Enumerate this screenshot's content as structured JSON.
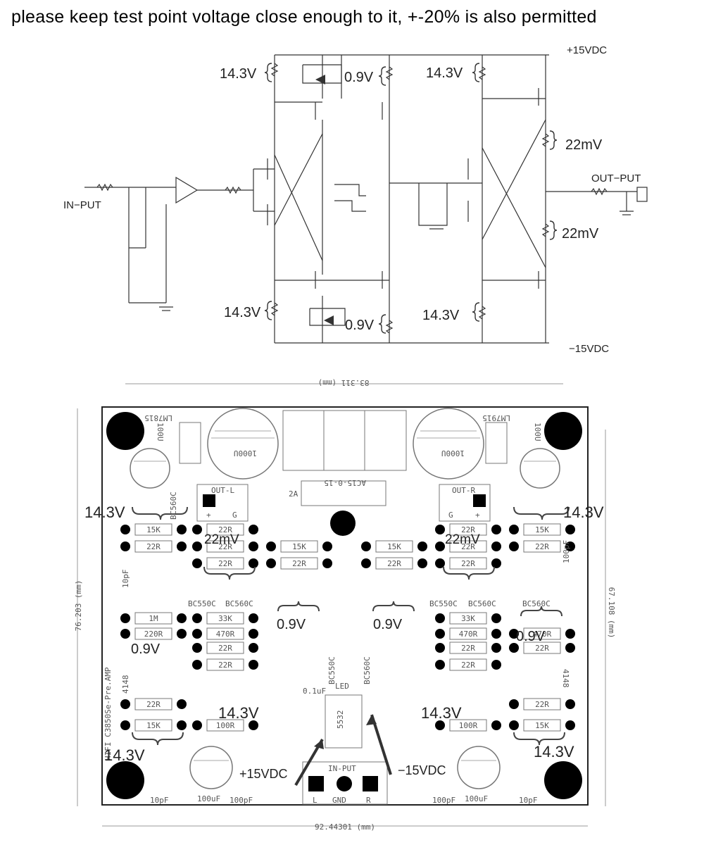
{
  "headline": "please keep test point voltage close enough to it, +-20% is also permitted",
  "schematic": {
    "rail_pos": "+15VDC",
    "rail_neg": "−15VDC",
    "input": "IN−PUT",
    "output": "OUT−PUT",
    "tp_a": "14.3V",
    "tp_b": "0.9V",
    "tp_c": "14.3V",
    "tp_d": "22mV",
    "tp_e": "22mV",
    "tp_f": "14.3V",
    "tp_g": "0.9V",
    "tp_h": "14.3V"
  },
  "pcb": {
    "dim_top": "83.311 (mm)",
    "dim_left": "76.203 (mm)",
    "dim_right": "67.108 (mm)",
    "dim_bottom": "92.44301 (mm)",
    "board_name": "HIFI C3850Se-Pre.AMP",
    "reg_left": "LM7815",
    "reg_right": "LM7915",
    "cap_big": "1000U",
    "cap_small": "100U",
    "ac_label": "AC15-0-15",
    "fuse": "2A",
    "out_l": "OUT-L",
    "out_r": "OUT-R",
    "plus": "+",
    "g": "G",
    "ic": "5532",
    "led": "LED",
    "input_label": "IN-PUT",
    "in_l": "L",
    "in_gnd": "GND",
    "in_r": "R",
    "c_10pf": "10pF",
    "c_100pf": "100pF",
    "c_100uf": "100uF",
    "q_550": "BC550C",
    "q_560": "BC560C",
    "r_15k": "15K",
    "r_22r": "22R",
    "r_1m": "1M",
    "r_220r": "220R",
    "r_33k": "33K",
    "r_470r": "470R",
    "r_100r": "100R",
    "d_4148": "4148",
    "c_01uf": "0.1uF",
    "o_143a": "14.3V",
    "o_143b": "14.3V",
    "o_22a": "22mV",
    "o_22b": "22mV",
    "o_09a": "0.9V",
    "o_09b": "0.9V",
    "o_09c": "0.9V",
    "o_143c": "14.3V",
    "o_143d": "14.3V",
    "o_143e": "14.3V",
    "o_143f": "14.3V",
    "o_15p": "+15VDC",
    "o_15n": "−15VDC"
  }
}
